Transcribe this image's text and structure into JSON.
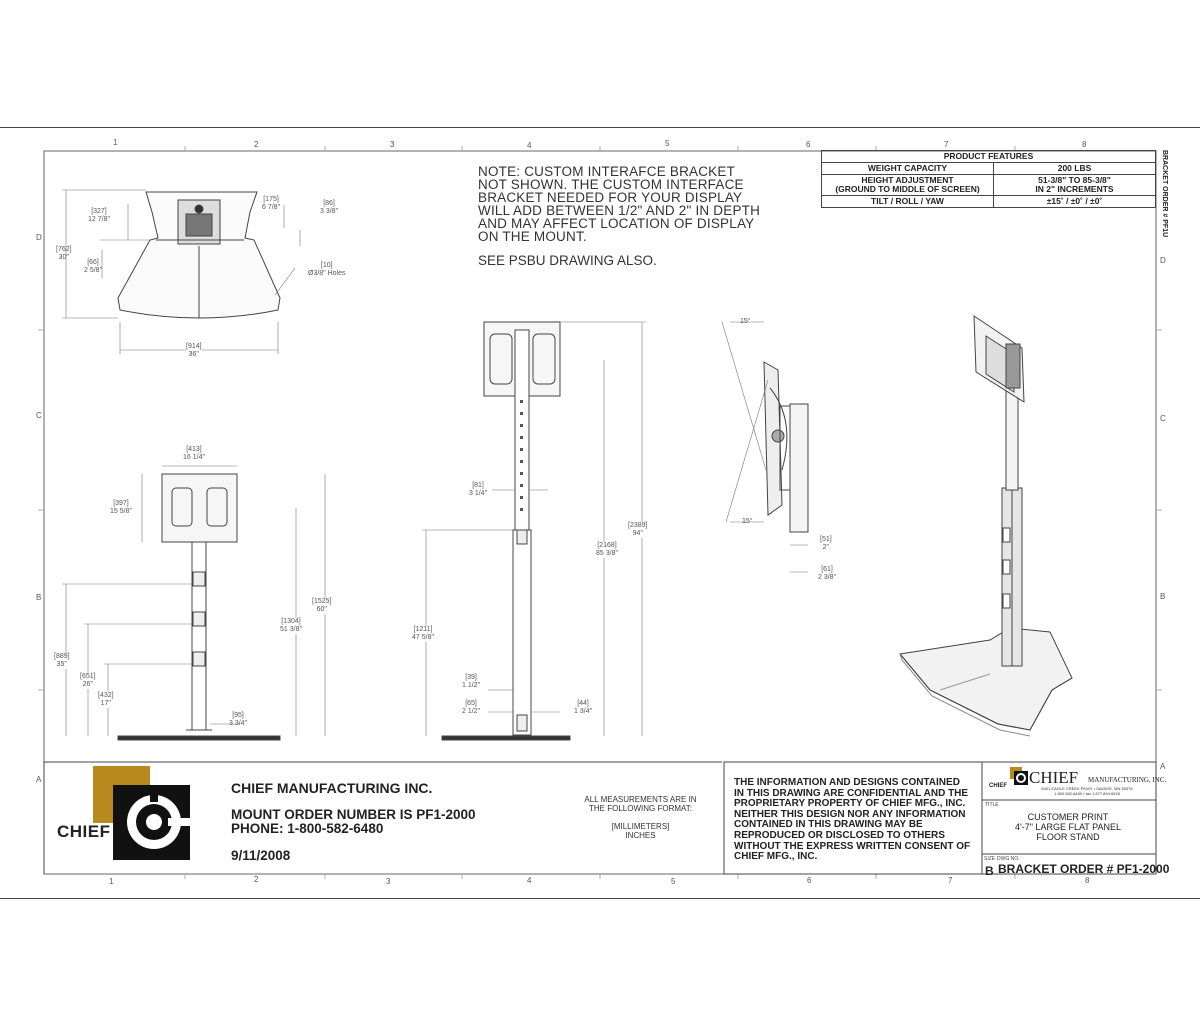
{
  "note": {
    "custom_bracket": "NOTE: CUSTOM INTERAFCE BRACKET\nNOT SHOWN. THE CUSTOM INTERFACE\nBRACKET NEEDED FOR YOUR DISPLAY\nWILL ADD BETWEEN 1/2\" AND 2\" IN DEPTH\nAND MAY AFFECT LOCATION OF DISPLAY\nON THE MOUNT.",
    "see_also": "SEE PSBU DRAWING ALSO."
  },
  "product_features": {
    "header": "PRODUCT FEATURES",
    "rows": [
      {
        "label": "WEIGHT CAPACITY",
        "value": "200 LBS"
      },
      {
        "label": "HEIGHT ADJUSTMENT\n(GROUND TO MIDDLE OF SCREEN)",
        "value": "51-3/8\" TO 85-3/8\"\nIN 2\" INCREMENTS"
      },
      {
        "label": "TILT / ROLL / YAW",
        "value": "±15˚ / ±0˚ / ±0˚"
      }
    ]
  },
  "side_label": "BRACKET ORDER # PF1U",
  "zones": {
    "columns_top": [
      "1",
      "2",
      "3",
      "4",
      "5",
      "6",
      "7",
      "8"
    ],
    "columns_bottom": [
      "1",
      "2",
      "3",
      "4",
      "5",
      "6",
      "7",
      "8"
    ],
    "rows_left": [
      "D",
      "C",
      "B",
      "A"
    ],
    "rows_right": [
      "D",
      "C",
      "B",
      "A"
    ]
  },
  "dimensions": {
    "top_view": [
      {
        "mm": "[327]",
        "in": "12 7/8\""
      },
      {
        "mm": "[175]",
        "in": "6 7/8\""
      },
      {
        "mm": "[86]",
        "in": "3 3/8\""
      },
      {
        "mm": "[762]",
        "in": "30\""
      },
      {
        "mm": "[66]",
        "in": "2 5/8\""
      },
      {
        "mm": "[10]",
        "in": "Ø3/8\" Holes"
      },
      {
        "mm": "[914]",
        "in": "36\""
      }
    ],
    "front_view": [
      {
        "mm": "[413]",
        "in": "16 1/4\""
      },
      {
        "mm": "[397]",
        "in": "15 5/8\""
      },
      {
        "mm": "[1304]",
        "in": "51 3/8\""
      },
      {
        "mm": "[1525]",
        "in": "60\""
      },
      {
        "mm": "[889]",
        "in": "35\""
      },
      {
        "mm": "[651]",
        "in": "26\""
      },
      {
        "mm": "[432]",
        "in": "17\""
      },
      {
        "mm": "[95]",
        "in": "3 3/4\""
      }
    ],
    "side_view": [
      {
        "mm": "[81]",
        "in": "3 1/4\""
      },
      {
        "mm": "[2168]",
        "in": "85 3/8\""
      },
      {
        "mm": "[2389]",
        "in": "94\""
      },
      {
        "mm": "[1211]",
        "in": "47 5/8\""
      },
      {
        "mm": "[39]",
        "in": "1 1/2\""
      },
      {
        "mm": "[65]",
        "in": "2 1/2\""
      },
      {
        "mm": "[44]",
        "in": "1 3/4\""
      }
    ],
    "tilt_view": [
      {
        "mm": "15°",
        "in": ""
      },
      {
        "mm": "15°",
        "in": ""
      },
      {
        "mm": "[51]",
        "in": "2\""
      },
      {
        "mm": "[61]",
        "in": "2 3/8\""
      }
    ]
  },
  "title_block": {
    "company": "CHIEF MANUFACTURING INC.",
    "mount_order": "MOUNT ORDER NUMBER IS PF1-2000\nPHONE: 1-800-582-6480",
    "date": "9/11/2008",
    "measurements_note": "ALL MEASUREMENTS ARE IN\nTHE FOLLOWING FORMAT:\n\n[MILLIMETERS]\nINCHES",
    "confidential": "THE INFORMATION AND DESIGNS CONTAINED\nIN THIS DRAWING ARE CONFIDENTIAL AND THE\nPROPRIETARY PROPERTY OF CHIEF MFG., INC.\nNEITHER THIS DESIGN NOR ANY INFORMATION\nCONTAINED IN THIS DRAWING MAY BE\nREPRODUCED OR DISCLOSED TO OTHERS\nWITHOUT THE EXPRESS WRITTEN CONSENT OF\nCHIEF MFG., INC.",
    "logo_text": "CHIEF",
    "logo_small": "CHIEF",
    "logo_mfg": "MANUFACTURING, INC.",
    "address": "8401 EAGLE CREEK PKWY • SAVAGE, MN 55378\n1.800.582.6480 • fax 1.877.894.6918",
    "title_label": "TITLE",
    "title": "CUSTOMER PRINT\n4'-7\" LARGE FLAT PANEL\nFLOOR STAND",
    "size_label": "SIZE",
    "dwg_label": "DWG NO.",
    "size": "B",
    "bracket_order": "BRACKET ORDER # PF1-2000"
  },
  "colors": {
    "logo_gold": "#b8891f",
    "logo_black": "#111111",
    "line": "#555555"
  }
}
